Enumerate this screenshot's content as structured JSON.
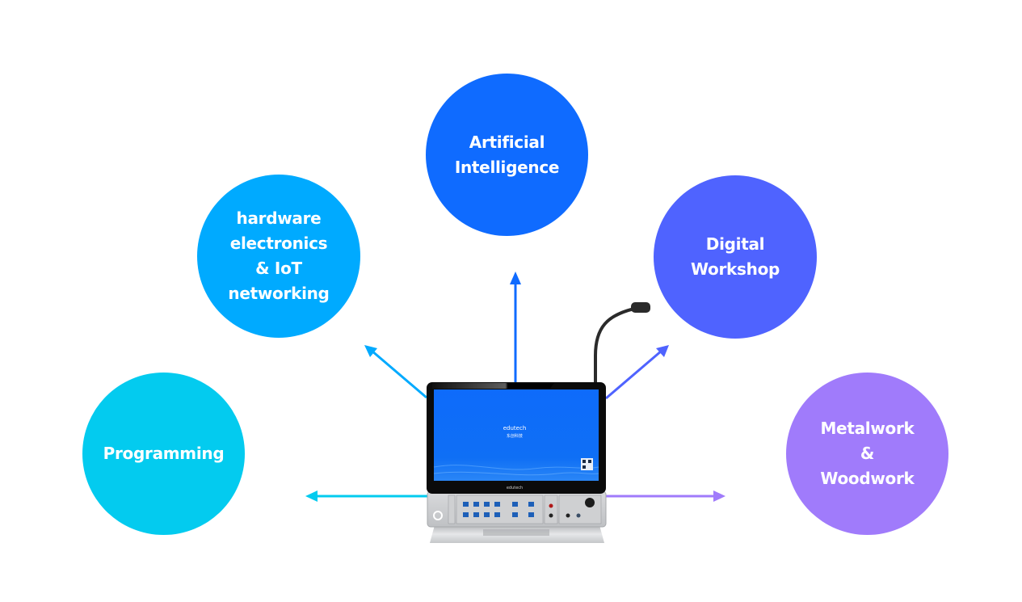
{
  "diagram": {
    "title": "",
    "center_device": {
      "name": "Edutech teaching console",
      "screen_logo": "edutech",
      "screen_logo_sub": "东创科技",
      "bezel_logo": "edutech"
    },
    "nodes": [
      {
        "id": "ai",
        "label": "Artificial\nIntelligence",
        "color": "#0F6BFF"
      },
      {
        "id": "hw",
        "label": "hardware\nelectronics\n& IoT\nnetworking",
        "color": "#00AAFF"
      },
      {
        "id": "dw",
        "label": "Digital\nWorkshop",
        "color": "#4F63FF"
      },
      {
        "id": "prog",
        "label": "Programming",
        "color": "#03CBEF"
      },
      {
        "id": "mw",
        "label": "Metalwork\n&\nWoodwork",
        "color": "#A07BFB"
      }
    ],
    "arrows": [
      {
        "from": "device",
        "to": "ai",
        "color": "#0F6BFF"
      },
      {
        "from": "device",
        "to": "hw",
        "color": "#00AAFF"
      },
      {
        "from": "device",
        "to": "dw",
        "color": "#4F63FF"
      },
      {
        "from": "device",
        "to": "prog",
        "color": "#03CBEF"
      },
      {
        "from": "device",
        "to": "mw",
        "color": "#A07BFB"
      }
    ]
  }
}
